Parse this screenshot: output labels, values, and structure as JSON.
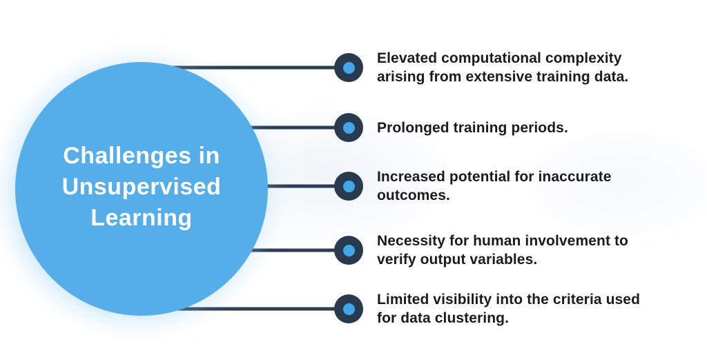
{
  "diagram": {
    "title": "Challenges in\nUnsupervised\nLearning",
    "items": [
      {
        "text": "Elevated computational complexity\narising from extensive training data."
      },
      {
        "text": "Prolonged training periods."
      },
      {
        "text": "Increased potential for inaccurate\noutcomes."
      },
      {
        "text": "Necessity for human involvement to\nverify output variables."
      },
      {
        "text": "Limited visibility into the criteria used\nfor data clustering."
      }
    ],
    "colors": {
      "background": "#FFFFFF",
      "circle_fill": "#55AEE9",
      "title_text": "#FFFFFF",
      "connector_line": "#2C3D52",
      "node_ring": "#293A4E",
      "node_dot": "#41A7EA",
      "item_text": "#1B1B1D"
    }
  }
}
